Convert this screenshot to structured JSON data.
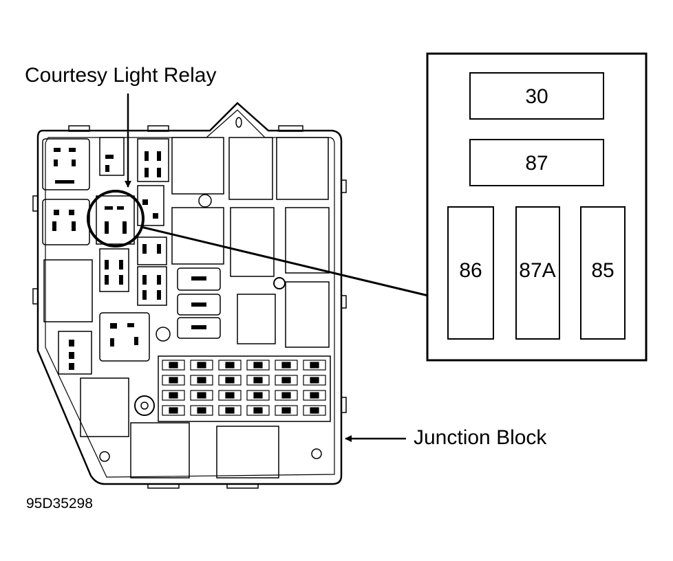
{
  "labels": {
    "courtesy_light_relay": "Courtesy Light Relay",
    "junction_block": "Junction Block",
    "figure_id": "95D35298"
  },
  "relay_pinout": {
    "pins": [
      "30",
      "87",
      "86",
      "87A",
      "85"
    ]
  },
  "colors": {
    "ink": "#000000",
    "paper": "#ffffff",
    "fill_light": "#f4f4f4"
  }
}
